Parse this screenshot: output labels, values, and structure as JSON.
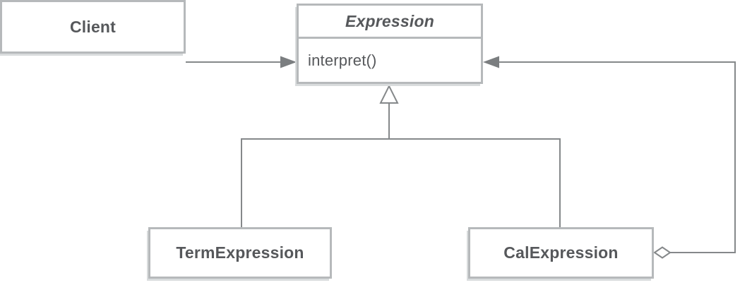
{
  "theme": {
    "background": "#ffffff",
    "box_border": "#b6b9bb",
    "box_fill": "#ffffff",
    "box_shadow": "#d9dcdd",
    "text": "#56585b",
    "line": "#85888a",
    "arrow_fill": "#7b7e80"
  },
  "nodes": {
    "client": {
      "label": "Client"
    },
    "expression": {
      "title": "Expression",
      "title_italic": true,
      "methods": [
        "interpret()"
      ]
    },
    "term_expression": {
      "label": "TermExpression"
    },
    "cal_expression": {
      "label": "CalExpression"
    }
  },
  "edges": [
    {
      "from": "Client",
      "to": "Expression.interpret()",
      "type": "directed association",
      "head": "filled arrow"
    },
    {
      "from": "TermExpression",
      "to": "Expression",
      "type": "generalization",
      "head": "hollow triangle"
    },
    {
      "from": "CalExpression",
      "to": "Expression",
      "type": "generalization",
      "head": "hollow triangle"
    },
    {
      "from": "CalExpression",
      "to": "Expression.interpret()",
      "type": "aggregation",
      "tail": "hollow diamond",
      "head": "filled arrow"
    }
  ]
}
